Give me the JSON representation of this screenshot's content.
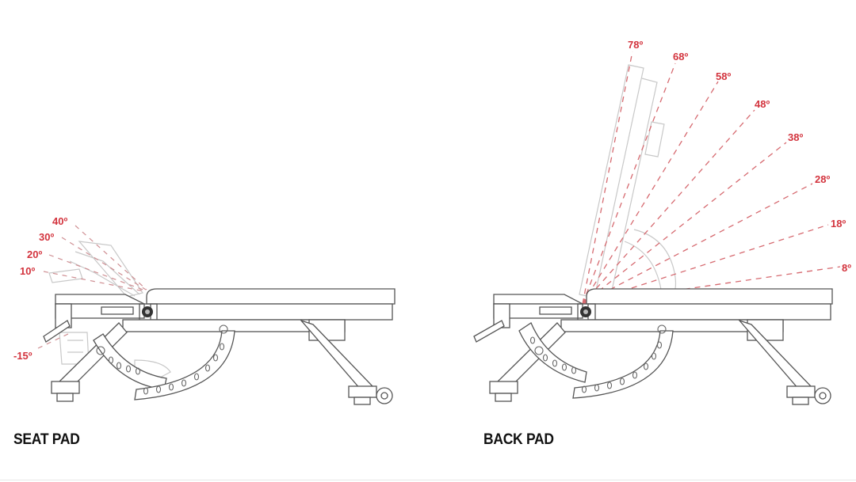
{
  "captions": {
    "seat": "SEAT PAD",
    "back": "BACK PAD"
  },
  "seat_pad": {
    "angles": [
      "40º",
      "30º",
      "20º",
      "10º",
      "-15º"
    ]
  },
  "back_pad": {
    "angles": [
      "78º",
      "68º",
      "58º",
      "48º",
      "38º",
      "28º",
      "18º",
      "8º"
    ]
  },
  "colors": {
    "angle_label": "#d3343e",
    "dashed_line": "#d66a70",
    "drawing_line": "#555555",
    "ghost_line": "#c8c8c8",
    "caption": "#111111"
  }
}
